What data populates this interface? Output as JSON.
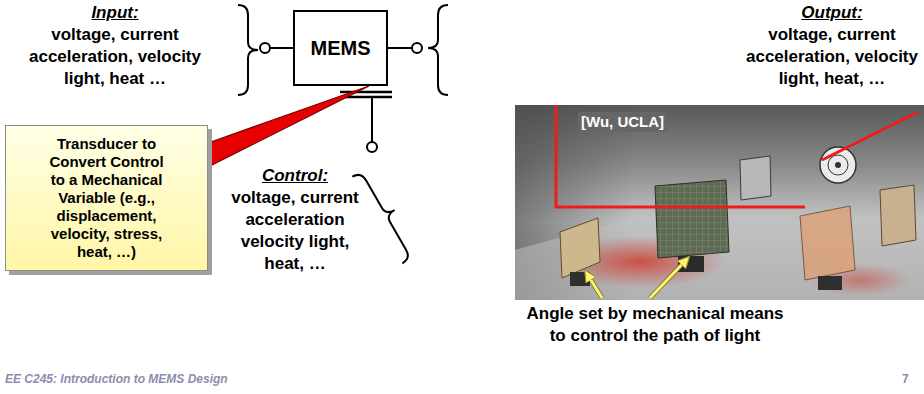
{
  "diagram": {
    "nodes": [
      {
        "text": [
          "MEMS"
        ]
      },
      {
        "text": [
          "Transducer to Convert Control to a Mechanical Variable (e.g., displacement, velocity, stress, heat, …)"
        ]
      }
    ],
    "edges": [
      {
        "from": 1,
        "to": 0,
        "arrow": "none"
      }
    ],
    "labels": [
      "Input:",
      "voltage, current acceleration, velocity light, heat …",
      "Output:",
      "voltage, current acceleration, velocity light, heat, …",
      "Control:",
      "voltage, current acceleration velocity light, heat, …",
      "[Wu, UCLA]",
      "Angle set by mechanical means to control the path of light",
      "EE C245: Introduction to MEMS Design",
      "7"
    ]
  }
}
